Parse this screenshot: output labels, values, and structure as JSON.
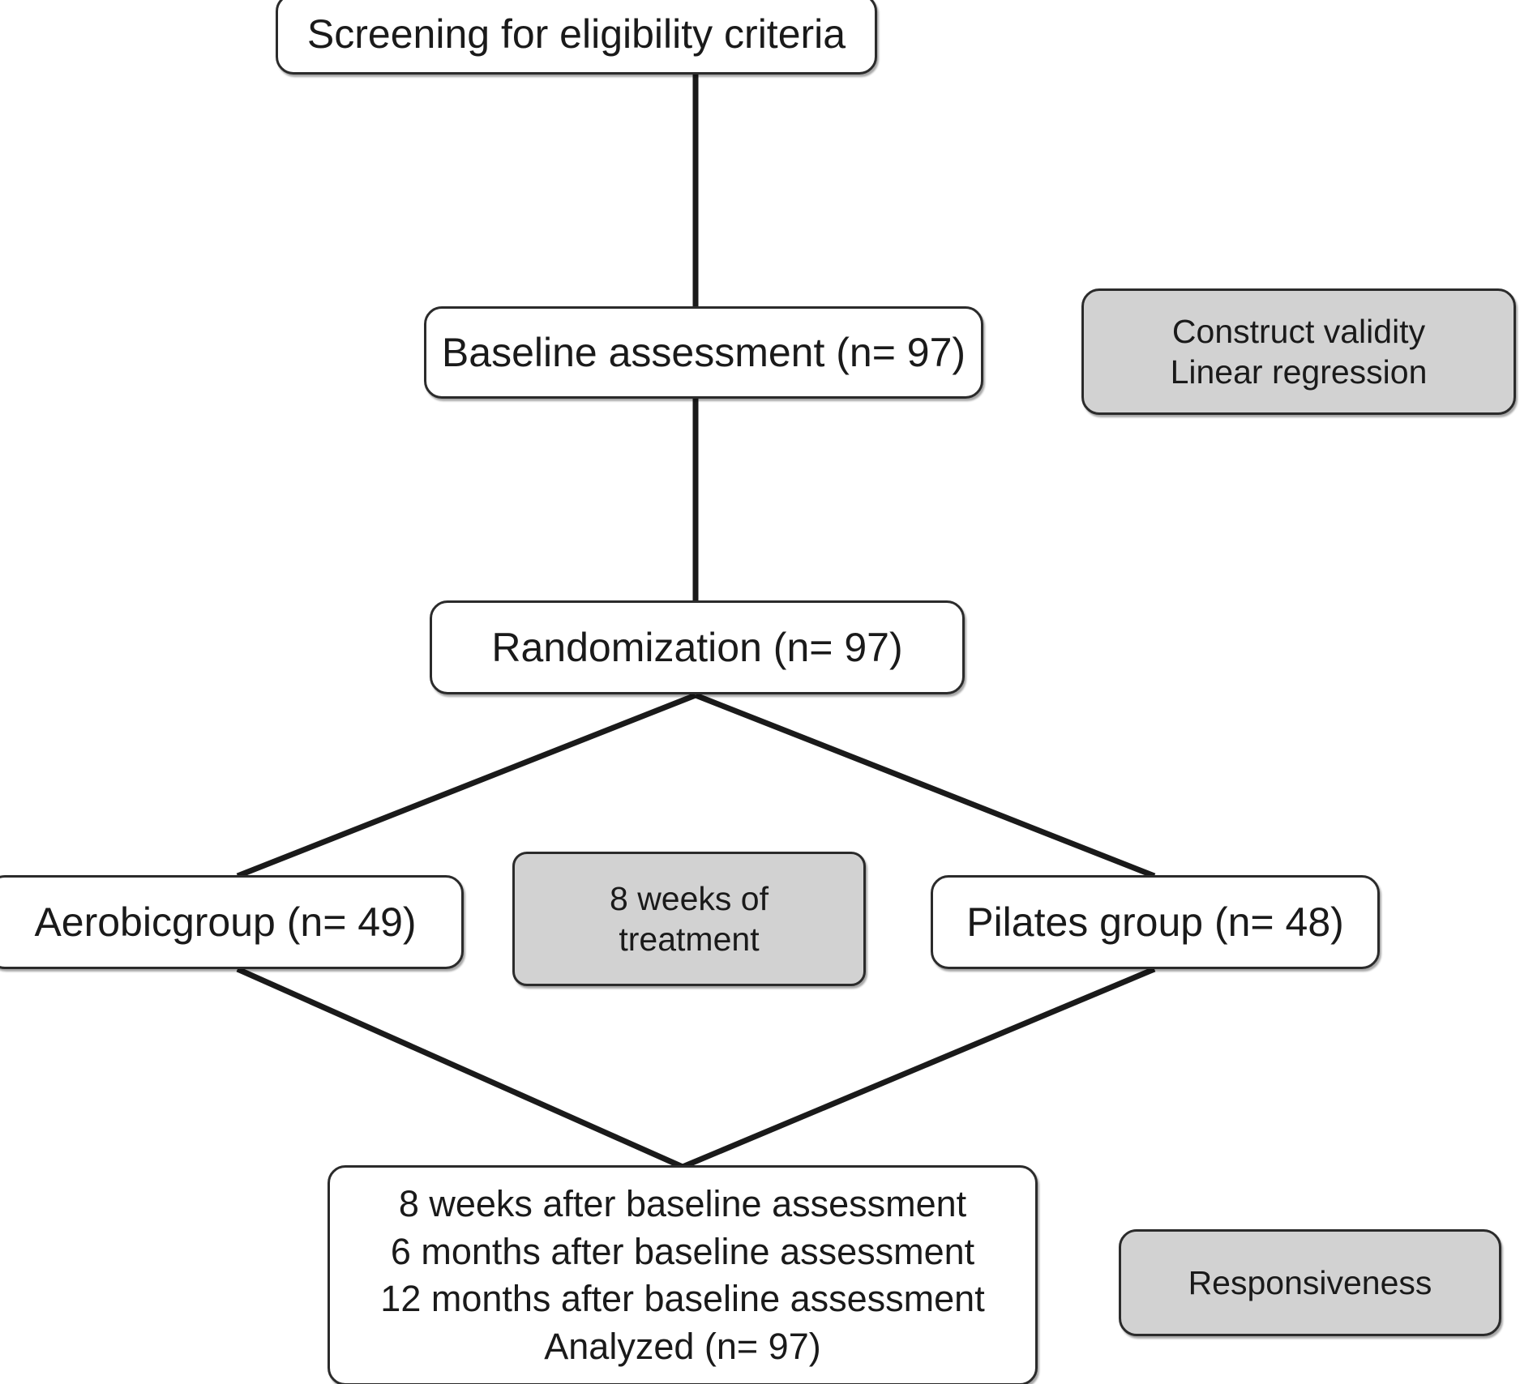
{
  "diagram": {
    "title": "CONSORT-style study flow diagram",
    "colors": {
      "box_fill_white": "#ffffff",
      "box_fill_gray": "#d2d2d2",
      "stroke": "#2b2b2b",
      "text": "#1a1a1a",
      "background": "#ffffff"
    },
    "nodes": {
      "screening": {
        "label": "Screening for eligibility criteria",
        "style": "white"
      },
      "baseline": {
        "label": "Baseline assessment (n= 97)",
        "style": "white",
        "n": 97
      },
      "construct_validity": {
        "label": "Construct validity\nLinear regression",
        "style": "gray"
      },
      "randomization": {
        "label": "Randomization (n= 97)",
        "style": "white",
        "n": 97
      },
      "aerobic_group": {
        "label": "Aerobicgroup (n= 49)",
        "style": "white",
        "n": 49
      },
      "treatment": {
        "label": "8 weeks of\ntreatment",
        "style": "gray"
      },
      "pilates_group": {
        "label": "Pilates group (n= 48)",
        "style": "white",
        "n": 48
      },
      "followup": {
        "label": "8 weeks after baseline assessment\n6 months after baseline assessment\n12 months after baseline assessment\nAnalyzed (n= 97)",
        "style": "white",
        "n": 97
      },
      "responsiveness": {
        "label": "Responsiveness",
        "style": "gray"
      }
    },
    "edges": [
      {
        "from": "screening",
        "to": "baseline",
        "kind": "vertical"
      },
      {
        "from": "baseline",
        "to": "randomization",
        "kind": "vertical"
      },
      {
        "from": "randomization",
        "to": "aerobic_group",
        "kind": "diagonal"
      },
      {
        "from": "randomization",
        "to": "pilates_group",
        "kind": "diagonal"
      },
      {
        "from": "aerobic_group",
        "to": "followup",
        "kind": "diagonal"
      },
      {
        "from": "pilates_group",
        "to": "followup",
        "kind": "diagonal"
      }
    ]
  }
}
